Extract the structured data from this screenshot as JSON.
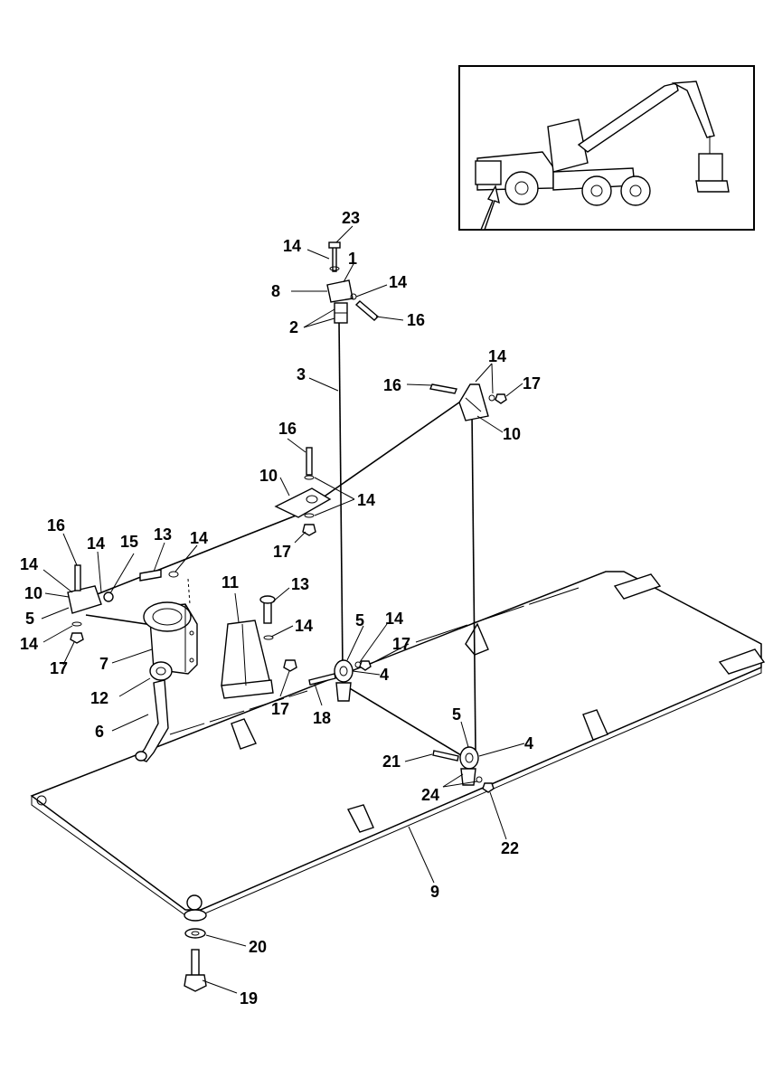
{
  "callouts": {
    "c1": "1",
    "c2": "2",
    "c3": "3",
    "c4a": "4",
    "c4b": "4",
    "c5a": "5",
    "c5b": "5",
    "c5c": "5",
    "c6": "6",
    "c7": "7",
    "c8": "8",
    "c9": "9",
    "c10a": "10",
    "c10b": "10",
    "c10c": "10",
    "c11": "11",
    "c12": "12",
    "c13a": "13",
    "c13b": "13",
    "c14a": "14",
    "c14b": "14",
    "c14c": "14",
    "c14d": "14",
    "c14e": "14",
    "c14f": "14",
    "c14g": "14",
    "c14h": "14",
    "c14i": "14",
    "c14j": "14",
    "c15": "15",
    "c16a": "16",
    "c16b": "16",
    "c16c": "16",
    "c16d": "16",
    "c17a": "17",
    "c17b": "17",
    "c17c": "17",
    "c17d": "17",
    "c17e": "17",
    "c18": "18",
    "c19": "19",
    "c20": "20",
    "c21": "21",
    "c22": "22",
    "c23": "23",
    "c24": "24"
  }
}
